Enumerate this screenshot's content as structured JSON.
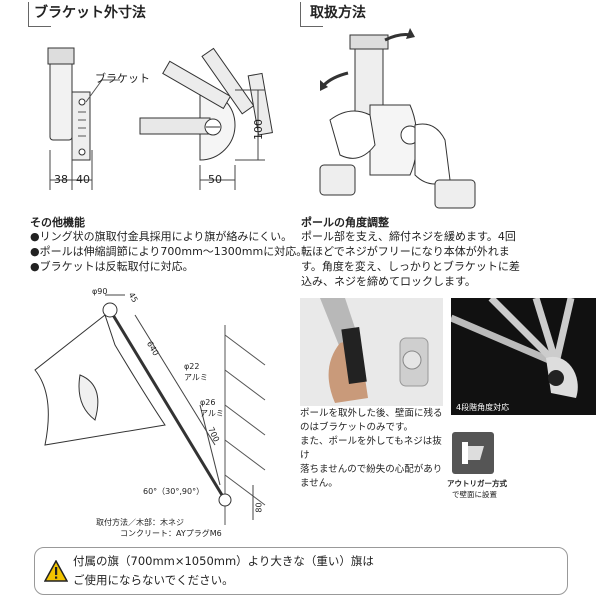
{
  "bracket_dims": {
    "title": "ブラケット外寸法",
    "bracket_label": "ブラケット",
    "dim_38": "38",
    "dim_40": "40",
    "dim_50": "50",
    "dim_100": "100"
  },
  "handling": {
    "title": "取扱方法"
  },
  "other_features": {
    "title": "その他機能",
    "items": [
      "●リング状の旗取付金具採用により旗が絡みにくい。",
      "●ポールは伸縮調節により700mm〜1300mmに対応。",
      "●ブラケットは反転取付に対応。"
    ]
  },
  "angle_adjust": {
    "title": "ポールの角度調整",
    "lines": [
      "ポール部を支え、締付ネジを緩めます。4回",
      "転ほどでネジがフリーになり本体が外れま",
      "す。角度を変え、しっかりとブラケットに差",
      "込み、ネジを締めてロックします。"
    ]
  },
  "pole_drawing": {
    "phi90": "φ90",
    "dim_45": "45",
    "dim_640": "640",
    "phi22": "φ22",
    "alum1": "アルミ",
    "phi26": "φ26",
    "alum2": "アルミ",
    "dim_700": "700",
    "angle": "60°（30°,90°）",
    "dim_80": "80",
    "mount_1": "取付方法／木部：木ネジ",
    "mount_2": "コンクリート：AYプラグM6"
  },
  "photos": {
    "angle_caption": "4段階角度対応",
    "removal_lines": [
      "ポールを取外した後、壁面に残る",
      "のはブラケットのみです。",
      "また、ポールを外してもネジは抜け",
      "落ちませんので紛失の心配があり",
      "ません。"
    ],
    "outrigger_1": "アウトリガー方式",
    "outrigger_2": "で壁面に設置"
  },
  "warning": {
    "line1": "付属の旗（700mm×1050mm）より大きな（重い）旗は",
    "line2": "ご使用にならないでください。"
  },
  "colors": {
    "dark": "#222222",
    "warning_yellow": "#f2c400",
    "photo_dark": "#111111"
  }
}
